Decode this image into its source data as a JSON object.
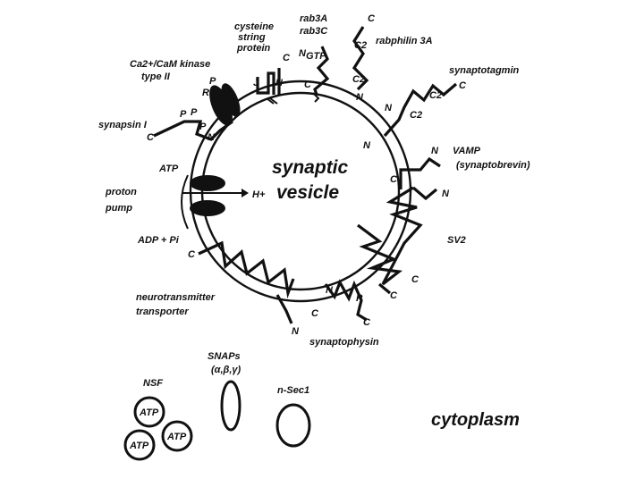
{
  "labels": {
    "cysteine_string_protein": [
      "cysteine",
      "string",
      "protein"
    ],
    "rab3a": "rab3A",
    "rab3c": "rab3C",
    "rabphilin": "rabphilin 3A",
    "synaptotagmin": "synaptotagmin",
    "camk": [
      "Ca2+/CaM kinase",
      "type II"
    ],
    "synapsin": "synapsin I",
    "vesicle": [
      "synaptic",
      "vesicle"
    ],
    "vamp": [
      "VAMP",
      "(synaptobrevin)"
    ],
    "proton_pump": [
      "proton",
      "pump"
    ],
    "atp": "ATP",
    "adp": "ADP + Pi",
    "h_plus": "H+",
    "sv2": "SV2",
    "nt_transporter": [
      "neurotransmitter",
      "transporter"
    ],
    "synaptophysin": "synaptophysin",
    "snaps": [
      "SNAPs",
      "(α,β,γ)"
    ],
    "nsf": "NSF",
    "nsec1": "n-Sec1",
    "cytoplasm": "cytoplasm",
    "nsf_atp": [
      "ATP",
      "ATP",
      "ATP"
    ]
  },
  "termini": {
    "c": "C",
    "n": "N",
    "c2": "C2",
    "p": "P",
    "j": "J",
    "gtp": "GTP",
    "r": "R"
  }
}
